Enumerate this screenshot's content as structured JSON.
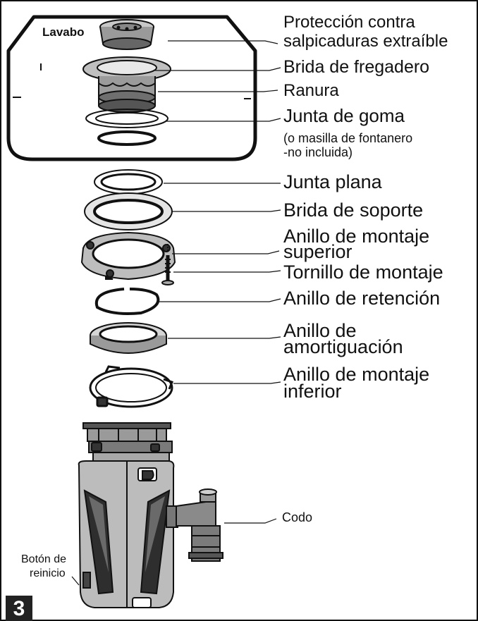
{
  "sink_label": "Lavabo",
  "parts": {
    "splash_guard_line1": "Protección contra",
    "splash_guard_line2": "salpicaduras extraíble",
    "sink_flange": "Brida de fregadero",
    "groove": "Ranura",
    "rubber_gasket": "Junta de goma",
    "rubber_gasket_note_line1": "(o masilla de fontanero",
    "rubber_gasket_note_line2": "-no incluida)",
    "flat_gasket": "Junta plana",
    "support_flange": "Brida de soporte",
    "upper_ring_line1": "Anillo de montaje",
    "upper_ring_line2": "superior",
    "mounting_screw": "Tornillo de montaje",
    "retaining_ring": "Anillo de retención",
    "cushion_ring_line1": "Anillo de",
    "cushion_ring_line2": "amortiguación",
    "lower_ring_line1": "Anillo de montaje",
    "lower_ring_line2": "inferior",
    "elbow": "Codo",
    "reset_line1": "Botón de",
    "reset_line2": "reinicio"
  },
  "step_number": "3"
}
